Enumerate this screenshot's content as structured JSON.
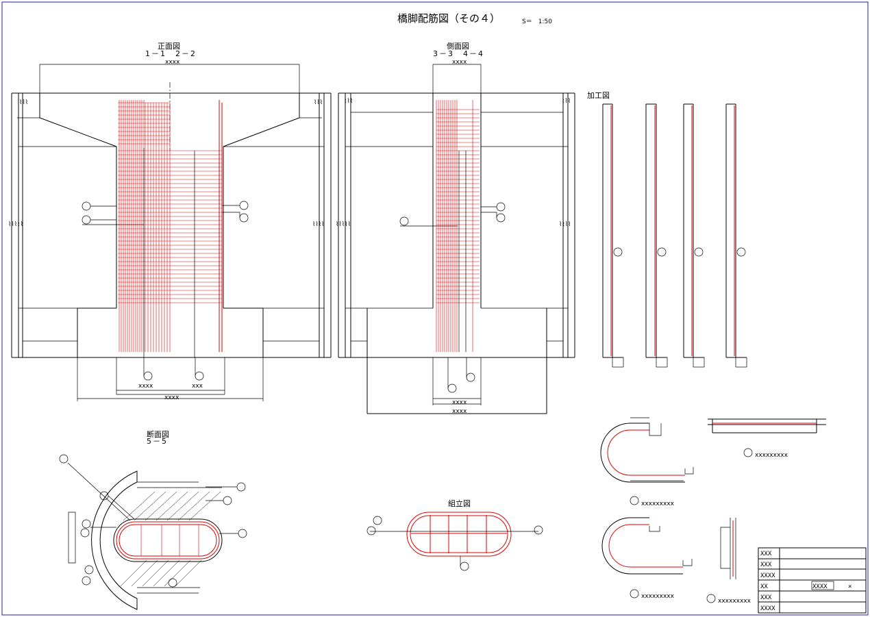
{
  "title": "橋脚配筋図（その４）",
  "scale": "S＝　1:50",
  "views": {
    "front": {
      "name": "正面図",
      "sections": "1－1　2－2"
    },
    "side": {
      "name": "側面図",
      "sections": "3－3　4－4"
    },
    "processing": {
      "name": "加工図"
    },
    "cross": {
      "name": "断面図",
      "sections": "5－5"
    },
    "assembly": {
      "name": "組立図"
    }
  },
  "title_block": {
    "rows": [
      "XXX",
      "XXX",
      "XXXX",
      "XX",
      "XXX",
      "XXXX"
    ],
    "field": "XXXX",
    "mark": "×"
  },
  "colors": {
    "frame": "#1e1ea8",
    "rebar": "#e00000",
    "outline": "#000000"
  }
}
